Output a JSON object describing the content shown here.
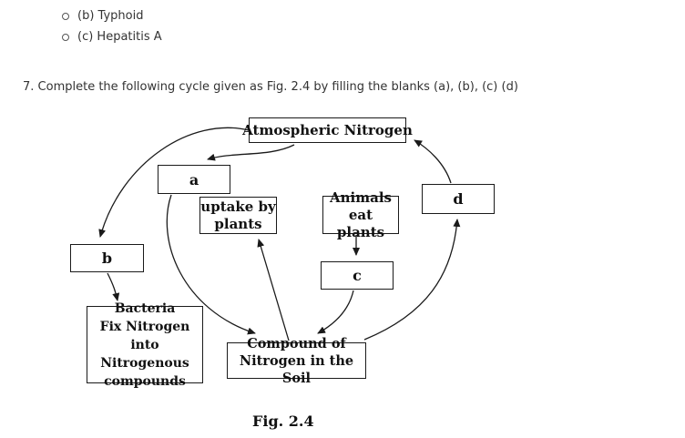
{
  "list": {
    "items": [
      {
        "label": "(b) Typhoid"
      },
      {
        "label": "(c) Hepatitis A"
      }
    ]
  },
  "question": {
    "text": "7. Complete the following cycle given as Fig. 2.4 by filling the blanks (a), (b), (c) (d)"
  },
  "diagram": {
    "boxes": {
      "atmospheric": "Atmospheric Nitrogen",
      "a": "a",
      "uptake": "uptake by\nplants",
      "animals": "Animals\neat plants",
      "d": "d",
      "b": "b",
      "c": "c",
      "bacteria": "Bacteria\nFix Nitrogen\ninto Nitrogenous\ncompounds",
      "compound": "Compound of\nNitrogen in the Soil"
    },
    "caption": "Fig. 2.4",
    "colors": {
      "line": "#1a1a1a",
      "box_border": "#1a1a1a",
      "diagram_text": "#111111",
      "page_text": "#333333",
      "background": "#ffffff"
    },
    "arrows": [
      {
        "name": "atmospheric-to-b"
      },
      {
        "name": "atmospheric-to-a"
      },
      {
        "name": "d-to-atmospheric"
      },
      {
        "name": "animals-to-c"
      },
      {
        "name": "b-to-bacteria"
      },
      {
        "name": "a-to-compound"
      },
      {
        "name": "compound-to-uptake"
      },
      {
        "name": "c-to-compound"
      },
      {
        "name": "compound-to-d"
      }
    ]
  }
}
